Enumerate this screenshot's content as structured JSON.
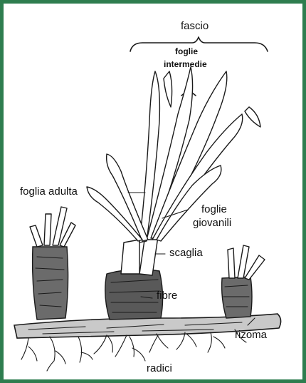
{
  "diagram": {
    "frame_color": "#2e7d4f",
    "labels": {
      "fascio": "fascio",
      "foglie_intermedie_line1": "foglie",
      "foglie_intermedie_line2": "intermedie",
      "foglia_adulta": "foglia adulta",
      "foglie_giovanili_line1": "foglie",
      "foglie_giovanili_line2": "giovanili",
      "scaglia": "scaglia",
      "fibre": "fibre",
      "rizoma": "rizoma",
      "radici": "radici"
    }
  }
}
